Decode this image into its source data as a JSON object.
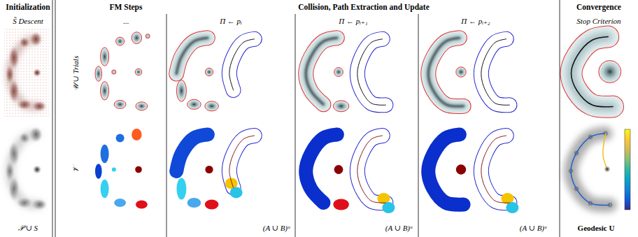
{
  "diagram": {
    "labels": [
      "Initialization",
      "FM Steps",
      "Collision, Path Extraction and Update",
      "Convergence",
      "S̃ Descent",
      "...",
      "Π ← pᵢ",
      "Π ← pᵢ₊₁",
      "Π ← pᵢ₊₂",
      "Stop Criterion",
      "𝒰 ∪ Trials",
      "𝒱",
      "𝒫 ∪ S",
      "(A ∪ B)ᵘ",
      "(A ∪ B)ᵘ",
      "(A ∪ B)ᵘ",
      "Geodesic U"
    ]
  }
}
